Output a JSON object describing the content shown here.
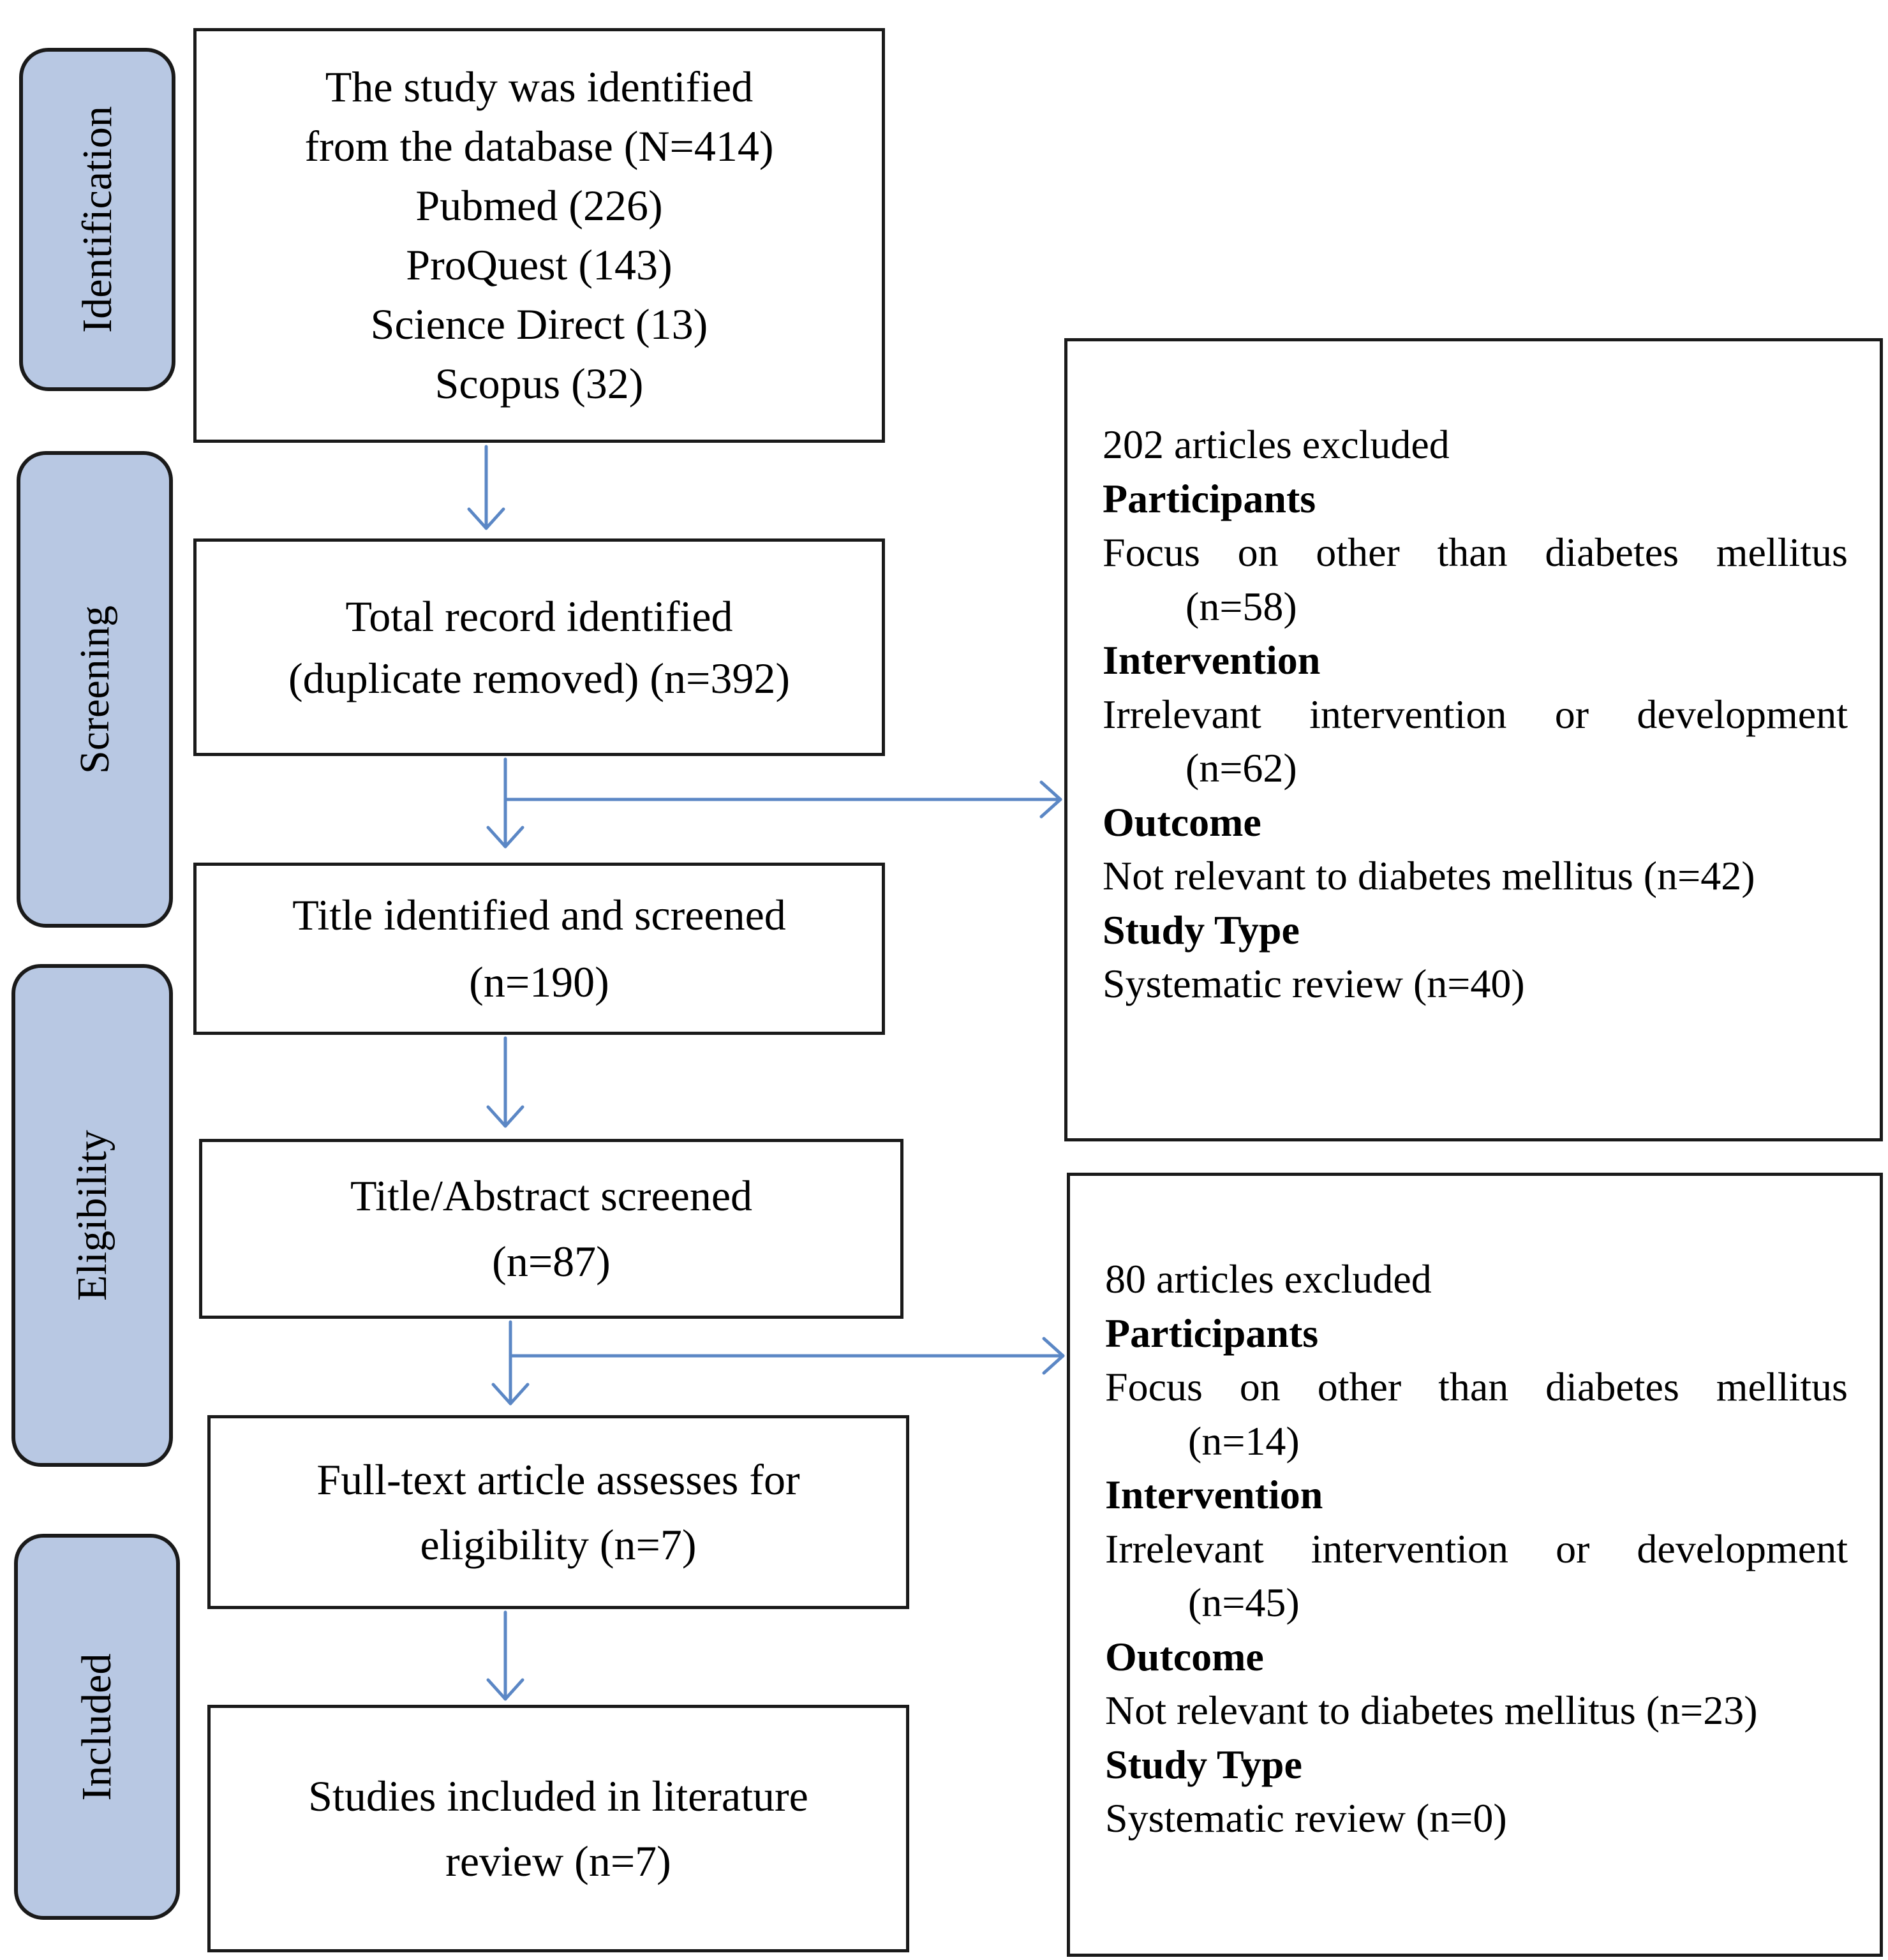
{
  "stages": [
    {
      "label": "Identification"
    },
    {
      "label": "Screening"
    },
    {
      "label": "Eligibility"
    },
    {
      "label": "Included"
    }
  ],
  "flow": {
    "identified": {
      "lines": [
        "The study was identified",
        "from the database (N=414)",
        "Pubmed (226)",
        "ProQuest (143)",
        "Science Direct (13)",
        "Scopus (32)"
      ]
    },
    "deduplicated": {
      "lines": [
        "Total record identified",
        "(duplicate removed) (n=392)"
      ]
    },
    "title_screened": {
      "lines": [
        "Title identified and screened",
        "(n=190)"
      ]
    },
    "abstract_screened": {
      "lines": [
        "Title/Abstract screened",
        "(n=87)"
      ]
    },
    "fulltext": {
      "lines": [
        "Full-text article assesses for",
        "eligibility (n=7)"
      ]
    },
    "included": {
      "lines": [
        "Studies included in literature",
        "review (n=7)"
      ]
    }
  },
  "exclusions": [
    {
      "header": "202 articles excluded",
      "participants_label": "Participants",
      "participants_text": "Focus on other than diabetes mellitus",
      "participants_count": "(n=58)",
      "intervention_label": "Intervention",
      "intervention_text": "Irrelevant intervention or development",
      "intervention_count": "(n=62)",
      "outcome_label": "Outcome",
      "outcome_text": "Not relevant to diabetes mellitus (n=42)",
      "study_type_label": "Study Type",
      "study_type_text": "Systematic review (n=40)"
    },
    {
      "header": "80 articles excluded",
      "participants_label": "Participants",
      "participants_text": "Focus on other than diabetes mellitus",
      "participants_count": "(n=14)",
      "intervention_label": "Intervention",
      "intervention_text": "Irrelevant intervention or development",
      "intervention_count": "(n=45)",
      "outcome_label": "Outcome",
      "outcome_text": "Not relevant to diabetes mellitus (n=23)",
      "study_type_label": "Study Type",
      "study_type_text": "Systematic review (n=0)"
    }
  ],
  "colors": {
    "stage_fill": "#b8c8e3",
    "arrow": "#5b87c5",
    "border": "#1a1a1a"
  }
}
